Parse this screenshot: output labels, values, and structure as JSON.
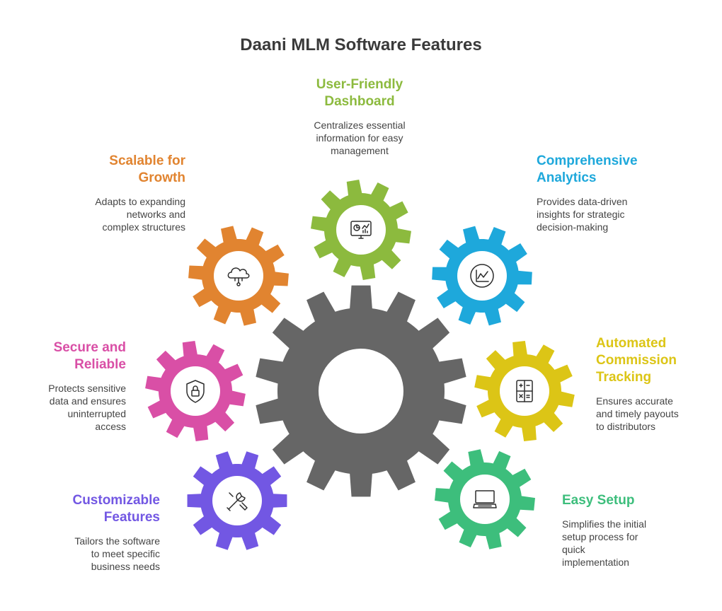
{
  "title": "Daani MLM Software Features",
  "center_gear_color": "#666666",
  "features": [
    {
      "key": "dashboard",
      "title_lines": [
        "User-Friendly",
        "Dashboard"
      ],
      "desc_lines": [
        "Centralizes essential",
        "information for easy",
        "management"
      ],
      "color": "#8CBA3E",
      "icon": "dashboard-monitor-icon"
    },
    {
      "key": "analytics",
      "title_lines": [
        "Comprehensive",
        "Analytics"
      ],
      "desc_lines": [
        "Provides data-driven",
        "insights for strategic",
        "decision-making"
      ],
      "color": "#1EA8DB",
      "icon": "line-chart-icon"
    },
    {
      "key": "commission",
      "title_lines": [
        "Automated",
        "Commission",
        "Tracking"
      ],
      "desc_lines": [
        "Ensures accurate",
        "and timely payouts",
        "to distributors"
      ],
      "color": "#DCC516",
      "icon": "calculator-icon"
    },
    {
      "key": "setup",
      "title_lines": [
        "Easy Setup"
      ],
      "desc_lines": [
        "Simplifies the initial",
        "setup process for",
        "quick",
        "implementation"
      ],
      "color": "#3DBE7C",
      "icon": "laptop-icon"
    },
    {
      "key": "custom",
      "title_lines": [
        "Customizable",
        "Features"
      ],
      "desc_lines": [
        "Tailors the software",
        "to meet specific",
        "business needs"
      ],
      "color": "#7257E3",
      "icon": "tools-icon"
    },
    {
      "key": "secure",
      "title_lines": [
        "Secure and",
        "Reliable"
      ],
      "desc_lines": [
        "Protects sensitive",
        "data and ensures",
        "uninterrupted",
        "access"
      ],
      "color": "#D94FA6",
      "icon": "shield-lock-icon"
    },
    {
      "key": "scalable",
      "title_lines": [
        "Scalable for",
        "Growth"
      ],
      "desc_lines": [
        "Adapts to expanding",
        "networks and",
        "complex structures"
      ],
      "color": "#E18430",
      "icon": "cloud-network-icon"
    }
  ]
}
